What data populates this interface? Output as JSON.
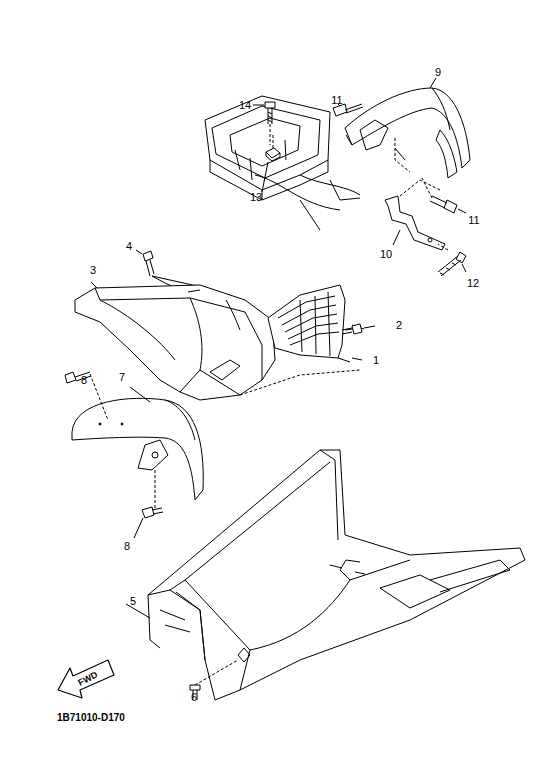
{
  "diagram": {
    "labels": [
      "14",
      "11",
      "9",
      "13",
      "11",
      "10",
      "12",
      "4",
      "3",
      "2",
      "1",
      "8",
      "7",
      "8",
      "5",
      "6",
      "FWD",
      "1B71010-D170"
    ]
  }
}
